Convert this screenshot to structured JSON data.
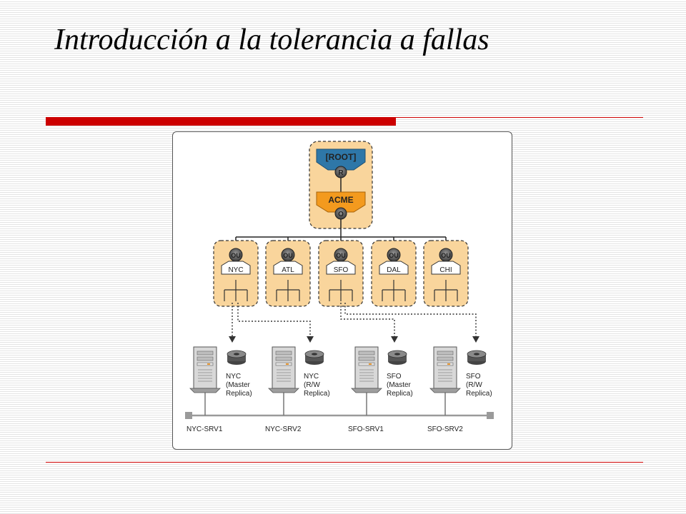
{
  "slide": {
    "title": "Introducción a la tolerancia a fallas"
  },
  "colors": {
    "accent_red": "#cc0000",
    "root_blue": "#2e77a8",
    "acme_orange": "#f39a1e",
    "container_fill": "#f9d59c"
  },
  "diagram": {
    "root": {
      "label": "[ROOT]",
      "badge": "R"
    },
    "org": {
      "label": "ACME",
      "badge": "O"
    },
    "ou_badge": "OU",
    "ous": [
      "NYC",
      "ATL",
      "SFO",
      "DAL",
      "CHI"
    ],
    "servers": [
      {
        "name": "NYC-SRV1",
        "replica": [
          "NYC",
          "(Master",
          "Replica)"
        ]
      },
      {
        "name": "NYC-SRV2",
        "replica": [
          "NYC",
          "(R/W",
          "Replica)"
        ]
      },
      {
        "name": "SFO-SRV1",
        "replica": [
          "SFO",
          "(Master",
          "Replica)"
        ]
      },
      {
        "name": "SFO-SRV2",
        "replica": [
          "SFO",
          "(R/W",
          "Replica)"
        ]
      }
    ]
  }
}
